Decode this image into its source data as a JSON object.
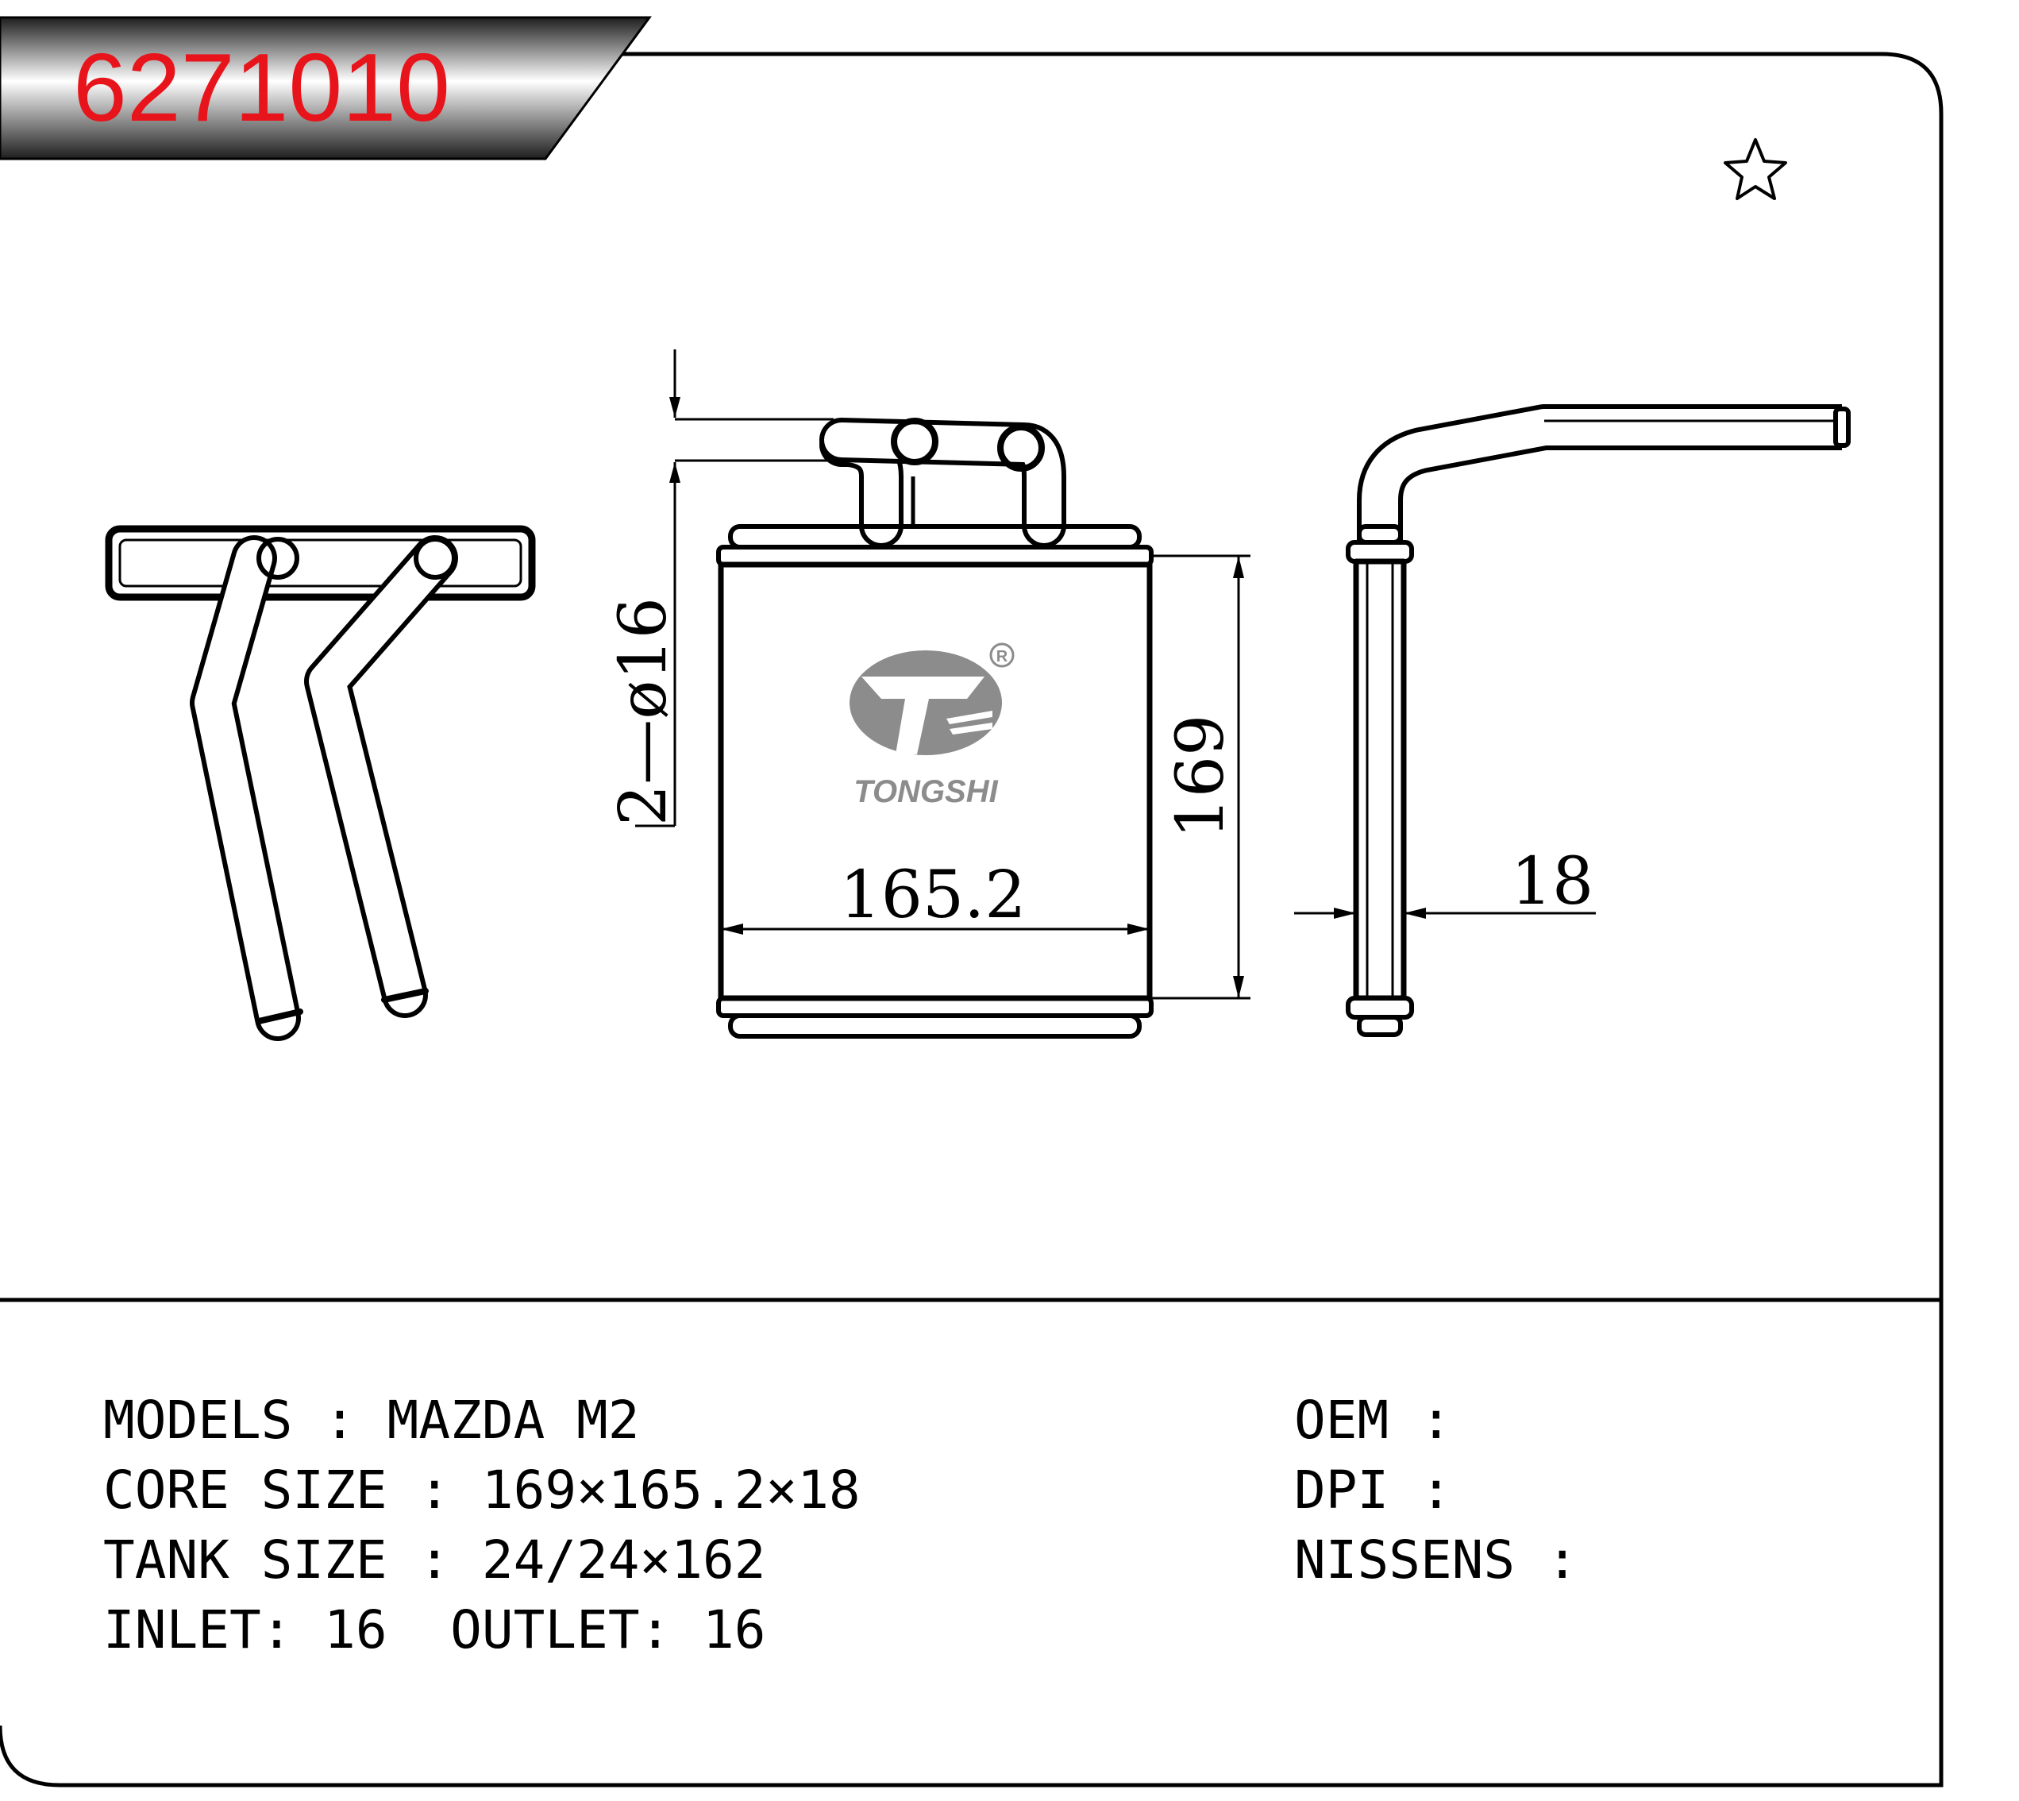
{
  "part_number": "6271010",
  "colors": {
    "part_number_text": "#e8141b",
    "outline": "#000000",
    "logo": "#8c8c8c",
    "banner_dark": "#1e1e1e",
    "banner_light": "#f2f2f2"
  },
  "icons": {
    "favorite": "star-outline-icon",
    "brand_logo": "tongshi-logo"
  },
  "logo": {
    "brand": "TONGSHI",
    "registered_mark": "R"
  },
  "dimensions": {
    "pipe_diameter": "2—ø16",
    "core_height": "169",
    "core_width": "165.2",
    "core_thickness": "18"
  },
  "specs": {
    "models_label": "MODELS",
    "models_value": "MAZDA M2",
    "core_size_label": "CORE SIZE",
    "core_size_value": "169×165.2×18",
    "tank_size_label": "TANK SIZE",
    "tank_size_value": "24/24×162",
    "inlet_label": "INLET:",
    "inlet_value": "16",
    "outlet_label": "OUTLET:",
    "outlet_value": "16"
  },
  "references": {
    "oem_label": "OEM",
    "oem_value": "",
    "dpi_label": "DPI",
    "dpi_value": "",
    "nissens_label": "NISSENS",
    "nissens_value": ""
  }
}
